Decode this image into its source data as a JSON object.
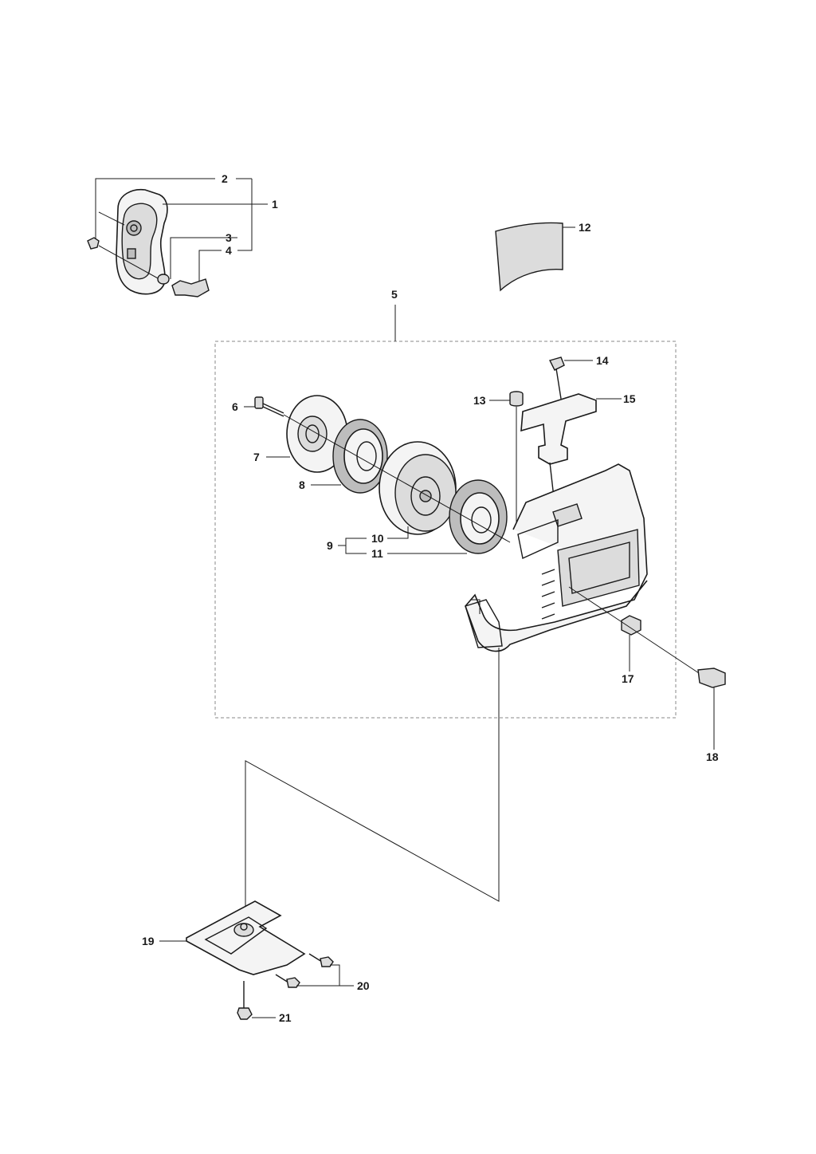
{
  "callouts": [
    {
      "id": "c1",
      "label": "1"
    },
    {
      "id": "c2",
      "label": "2"
    },
    {
      "id": "c3",
      "label": "3"
    },
    {
      "id": "c4",
      "label": "4"
    },
    {
      "id": "c5",
      "label": "5"
    },
    {
      "id": "c6",
      "label": "6"
    },
    {
      "id": "c7",
      "label": "7"
    },
    {
      "id": "c8",
      "label": "8"
    },
    {
      "id": "c9",
      "label": "9"
    },
    {
      "id": "c10",
      "label": "10"
    },
    {
      "id": "c11",
      "label": "11"
    },
    {
      "id": "c12",
      "label": "12"
    },
    {
      "id": "c13",
      "label": "13"
    },
    {
      "id": "c14",
      "label": "14"
    },
    {
      "id": "c15",
      "label": "15"
    },
    {
      "id": "c17",
      "label": "17"
    },
    {
      "id": "c18",
      "label": "18"
    },
    {
      "id": "c19",
      "label": "19"
    },
    {
      "id": "c20",
      "label": "20"
    },
    {
      "id": "c21",
      "label": "21"
    }
  ]
}
